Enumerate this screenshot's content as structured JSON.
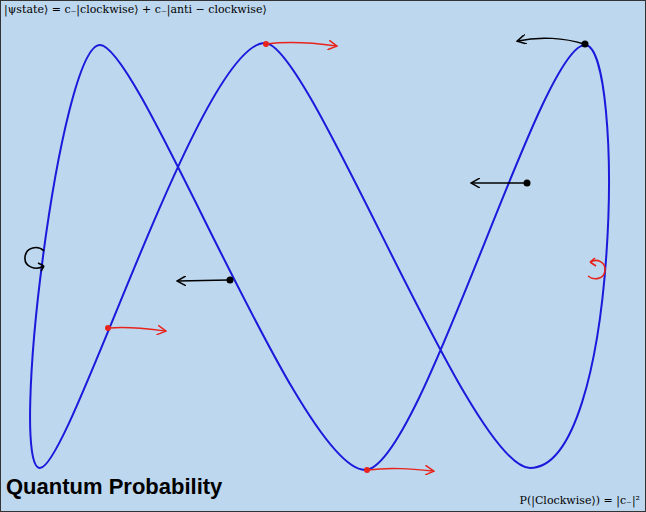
{
  "diagram": {
    "title": "Quantum Probability",
    "labels": [
      "|ψstate⟩ = c₋|clockwise⟩ + c₋|anti − clockwise⟩",
      "P(|Clockwise⟩) = |c₋|²"
    ]
  }
}
